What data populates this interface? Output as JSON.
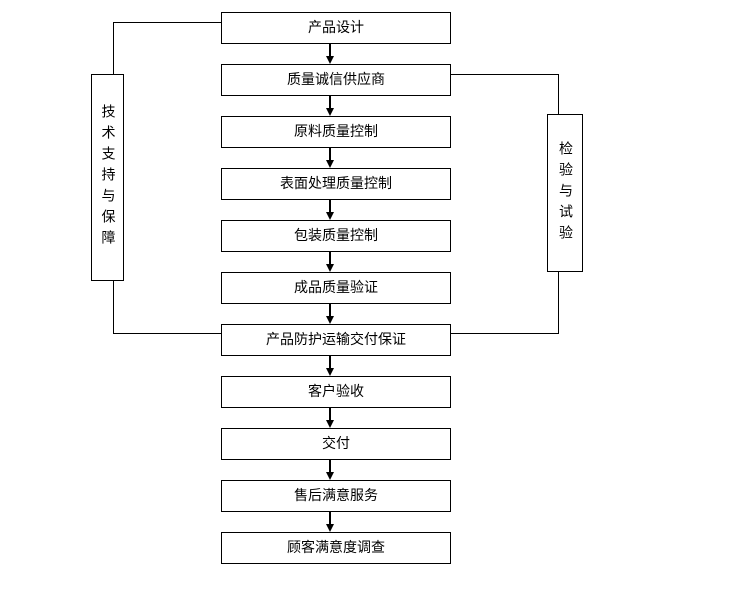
{
  "diagram": {
    "type": "flowchart",
    "colors": {
      "background": "#ffffff",
      "line": "#000000",
      "text": "#000000"
    },
    "nodes": [
      "产品设计",
      "质量诚信供应商",
      "原料质量控制",
      "表面处理质量控制",
      "包装质量控制",
      "成品质量验证",
      "产品防护运输交付保证",
      "客户验收",
      "交付",
      "售后满意服务",
      "顾客满意度调查"
    ],
    "side_left": "技术支持与保障",
    "side_right": "检验与试验",
    "connections": {
      "main_flow": "each node connects to the next with a downward arrow",
      "left_side_box_links": [
        "产品设计",
        "产品防护运输交付保证"
      ],
      "right_side_box_links": [
        "质量诚信供应商",
        "产品防护运输交付保证"
      ]
    }
  }
}
